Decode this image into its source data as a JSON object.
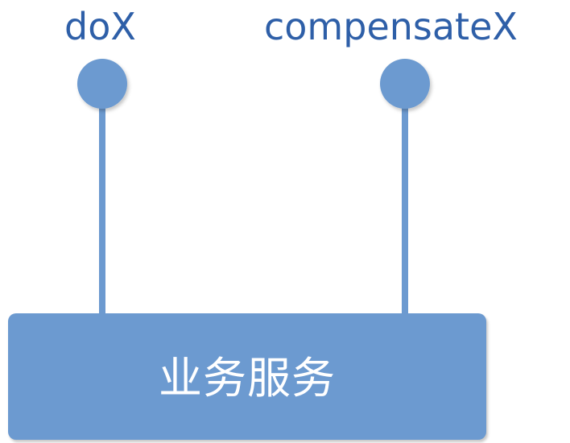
{
  "interfaces": [
    {
      "label": "doX"
    },
    {
      "label": "compensateX"
    }
  ],
  "service": {
    "label": "业务服务"
  },
  "colors": {
    "text": "#2e5fa8",
    "fill": "#6c9ad0",
    "line": "#6c9ad0",
    "service_text": "#ffffff"
  }
}
